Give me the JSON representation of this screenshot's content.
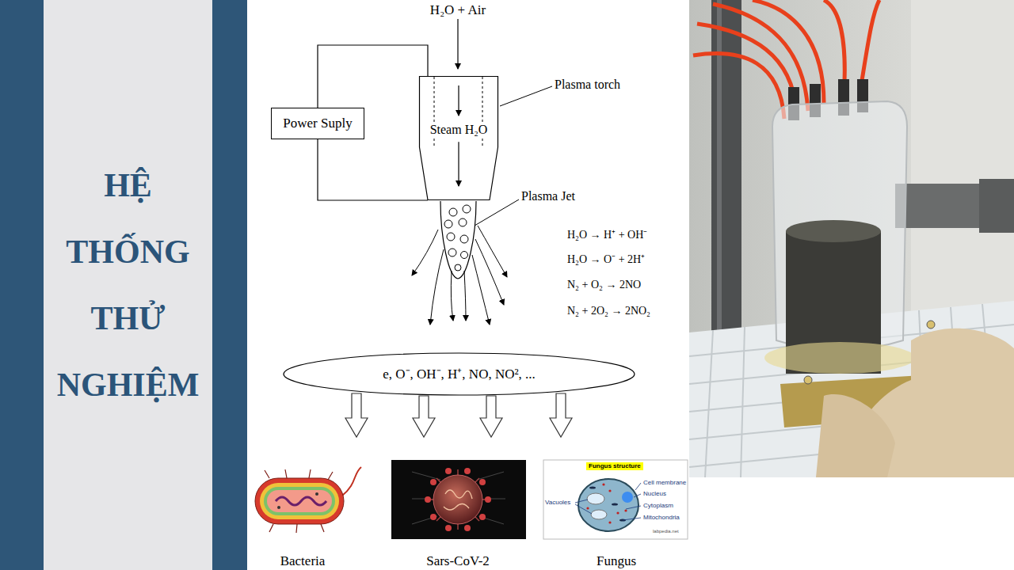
{
  "diagram": {
    "title": "HỆ THỐNG THỬ NGHIỆM",
    "nodes": [
      {
        "text": [
          "Power Suply"
        ]
      },
      {
        "text": [
          "Steam H₂O"
        ]
      },
      {
        "text": [
          "e, O⁻, OH⁻, H⁺, NO, NO², ..."
        ]
      }
    ],
    "edges": [
      {
        "from": 0,
        "to": 1,
        "arrow": "none"
      },
      {
        "from": 0,
        "to": 1,
        "arrow": "none"
      }
    ],
    "labels": [
      "H₂O + Air",
      "Plasma torch",
      "Plasma Jet",
      "H₂O → H⁺ + OH⁻",
      "H₂O → O⁻ + 2H⁺",
      "N₂ + O₂ → 2NO",
      "N₂ + 2O₂ → 2NO₂",
      "Fungus structure",
      "Cell membrane",
      "Nucleus",
      "Cytoplasm",
      "Mitochondria",
      "Vacuoles",
      "labpedia.net",
      "Bacteria",
      "Sars-CoV-2",
      "Fungus"
    ]
  }
}
